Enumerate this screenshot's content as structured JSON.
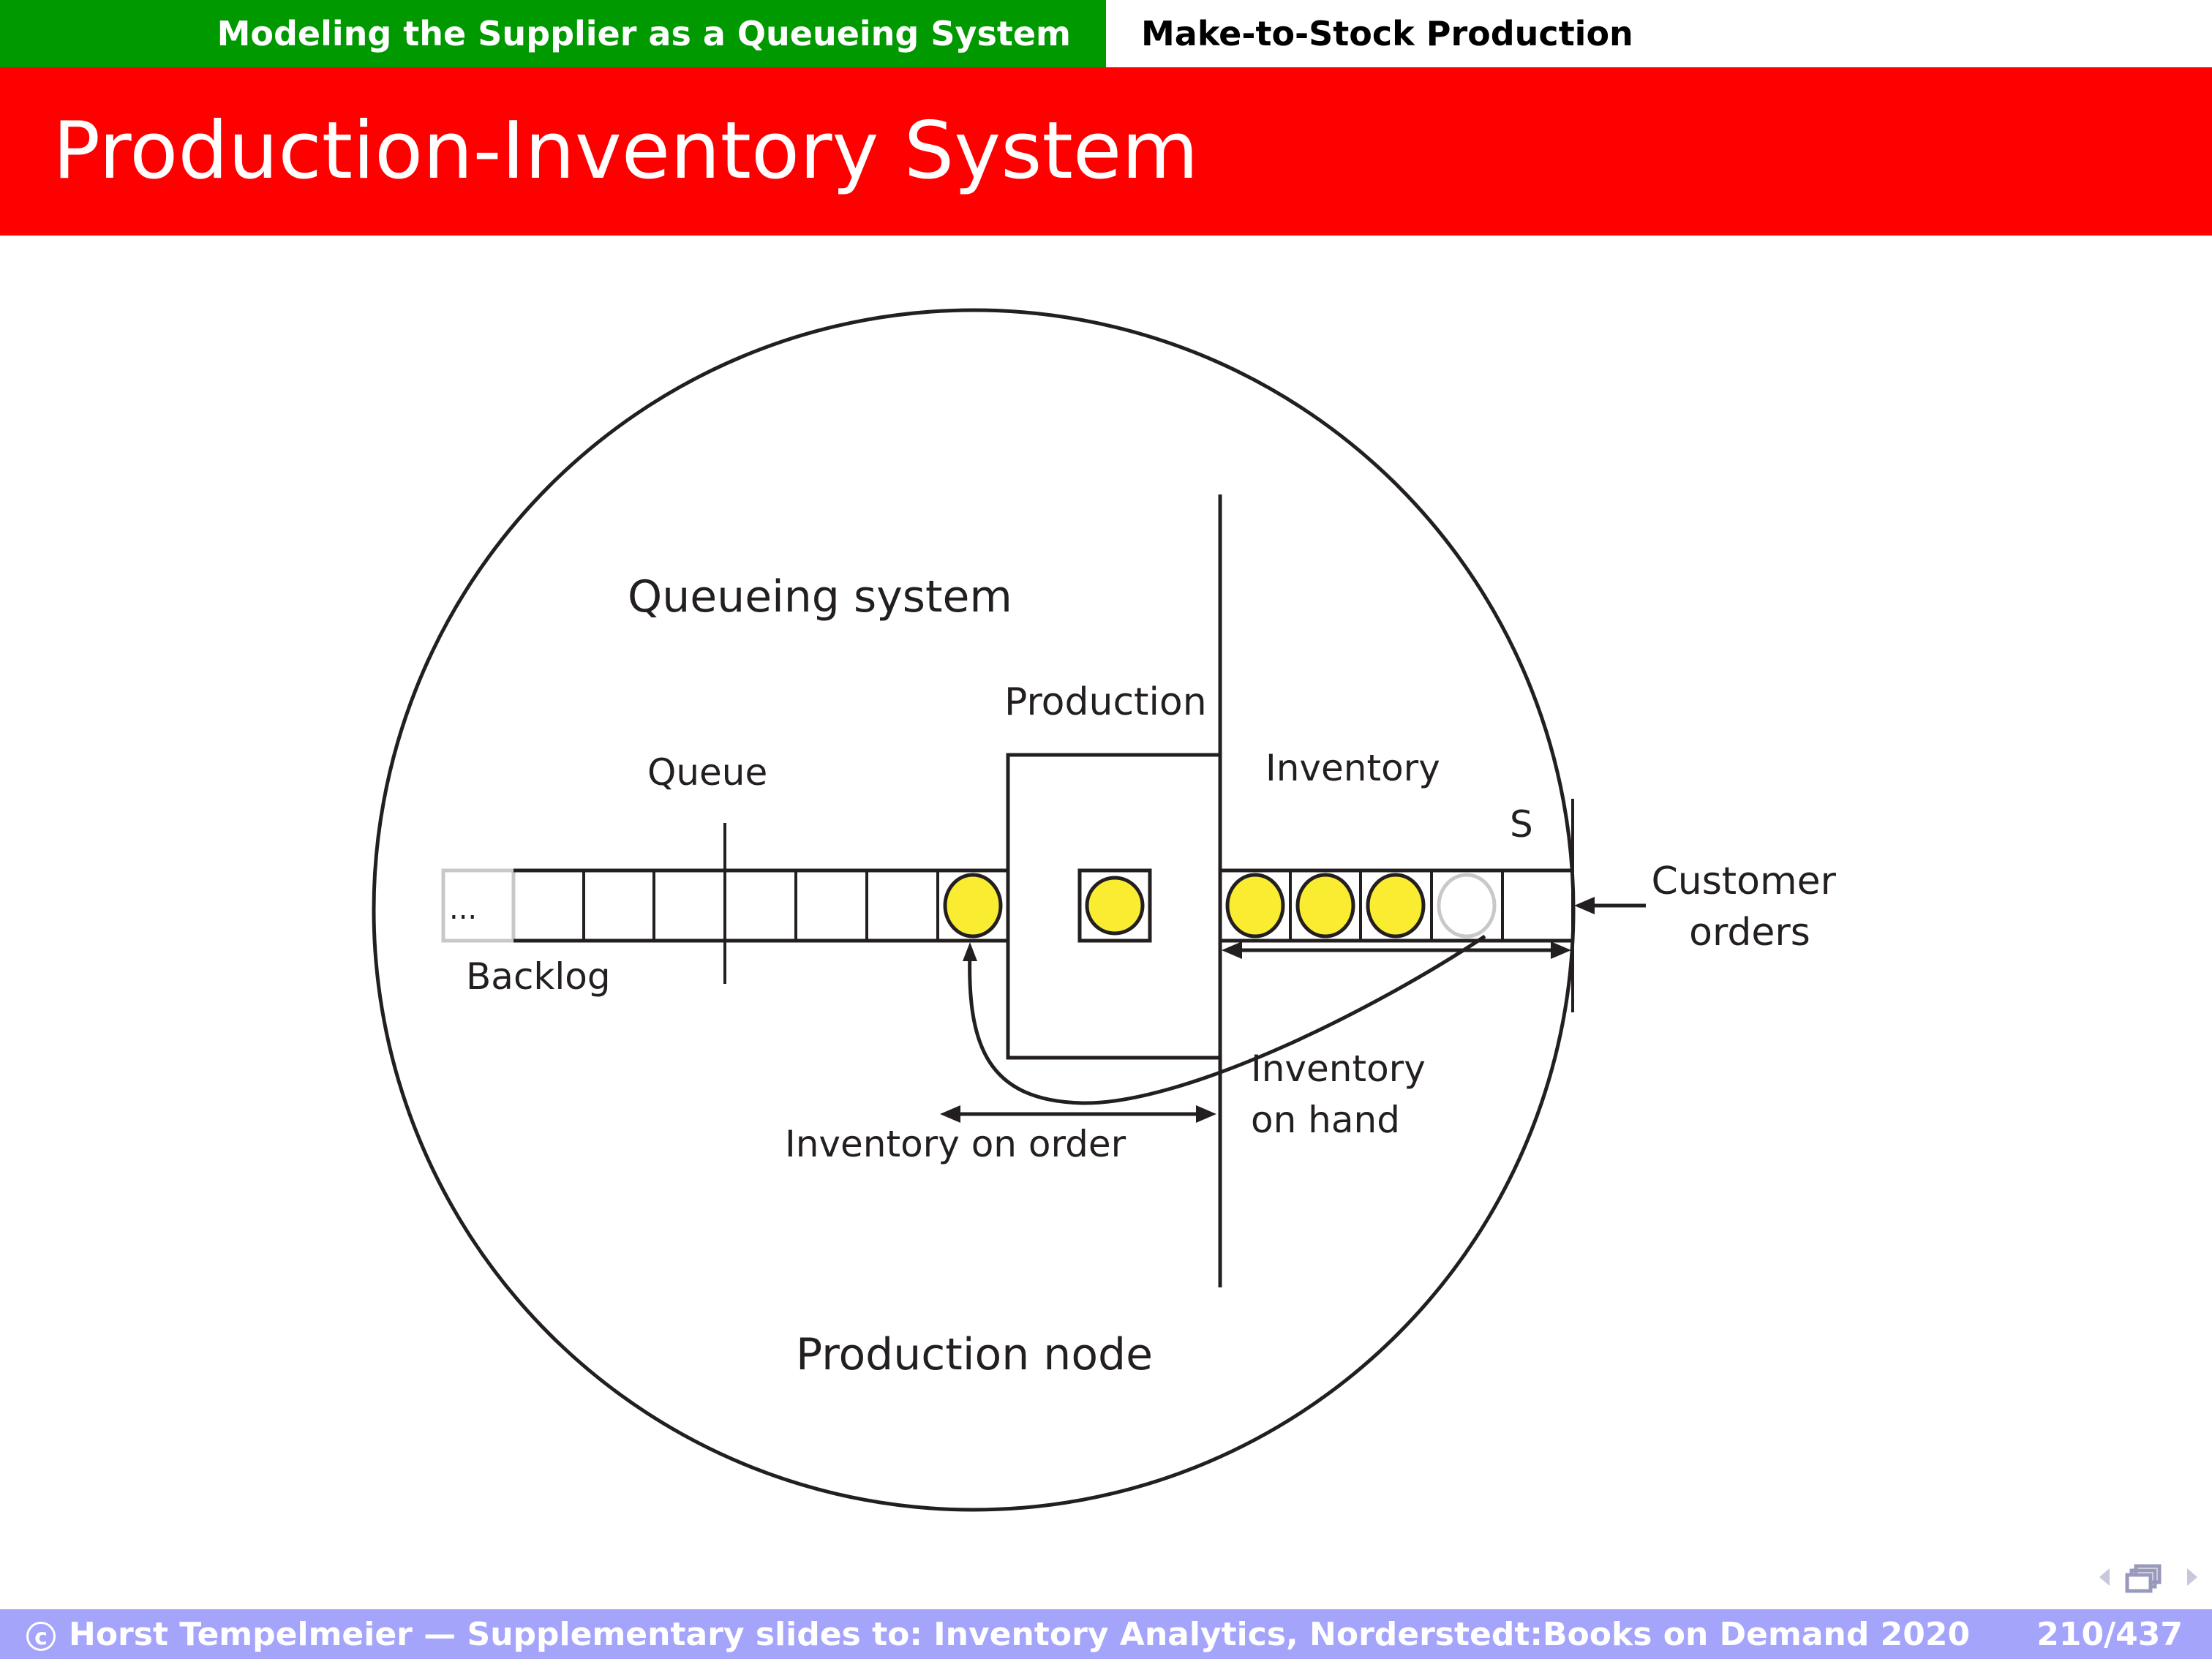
{
  "header": {
    "section": "Modeling the Supplier as a Queueing System",
    "subsection": "Make-to-Stock Production"
  },
  "slide": {
    "title": "Production-Inventory System"
  },
  "diagram": {
    "labels": {
      "queueing_system": "Queueing system",
      "production": "Production",
      "queue": "Queue",
      "inventory": "Inventory",
      "s": "S",
      "customer_orders_line1": "Customer",
      "customer_orders_line2": "orders",
      "ellipsis": "...",
      "backlog": "Backlog",
      "inventory_on_hand_line1": "Inventory",
      "inventory_on_hand_line2": "on hand",
      "inventory_on_order": "Inventory on order",
      "production_node": "Production node"
    },
    "queue_cells": [
      "backlog-ellipsis",
      "empty",
      "empty",
      "empty",
      "empty",
      "empty",
      "empty",
      "filled"
    ],
    "production_items": [
      "filled"
    ],
    "inventory_cells": [
      "filled",
      "filled",
      "filled",
      "empty-outline",
      "empty"
    ],
    "colors": {
      "item_fill": "#f9ec31",
      "line": "#231f20",
      "ghost": "#c8c8c8"
    }
  },
  "footer": {
    "copyright_symbol": "c",
    "text": "Horst Tempelmeier — Supplementary slides to: Inventory Analytics, Norderstedt:Books on Demand 2020",
    "page": "210/437"
  },
  "colors": {
    "section_bg": "#009900",
    "title_bg": "#ff0000",
    "footer_bg": "#a4a4fb"
  }
}
